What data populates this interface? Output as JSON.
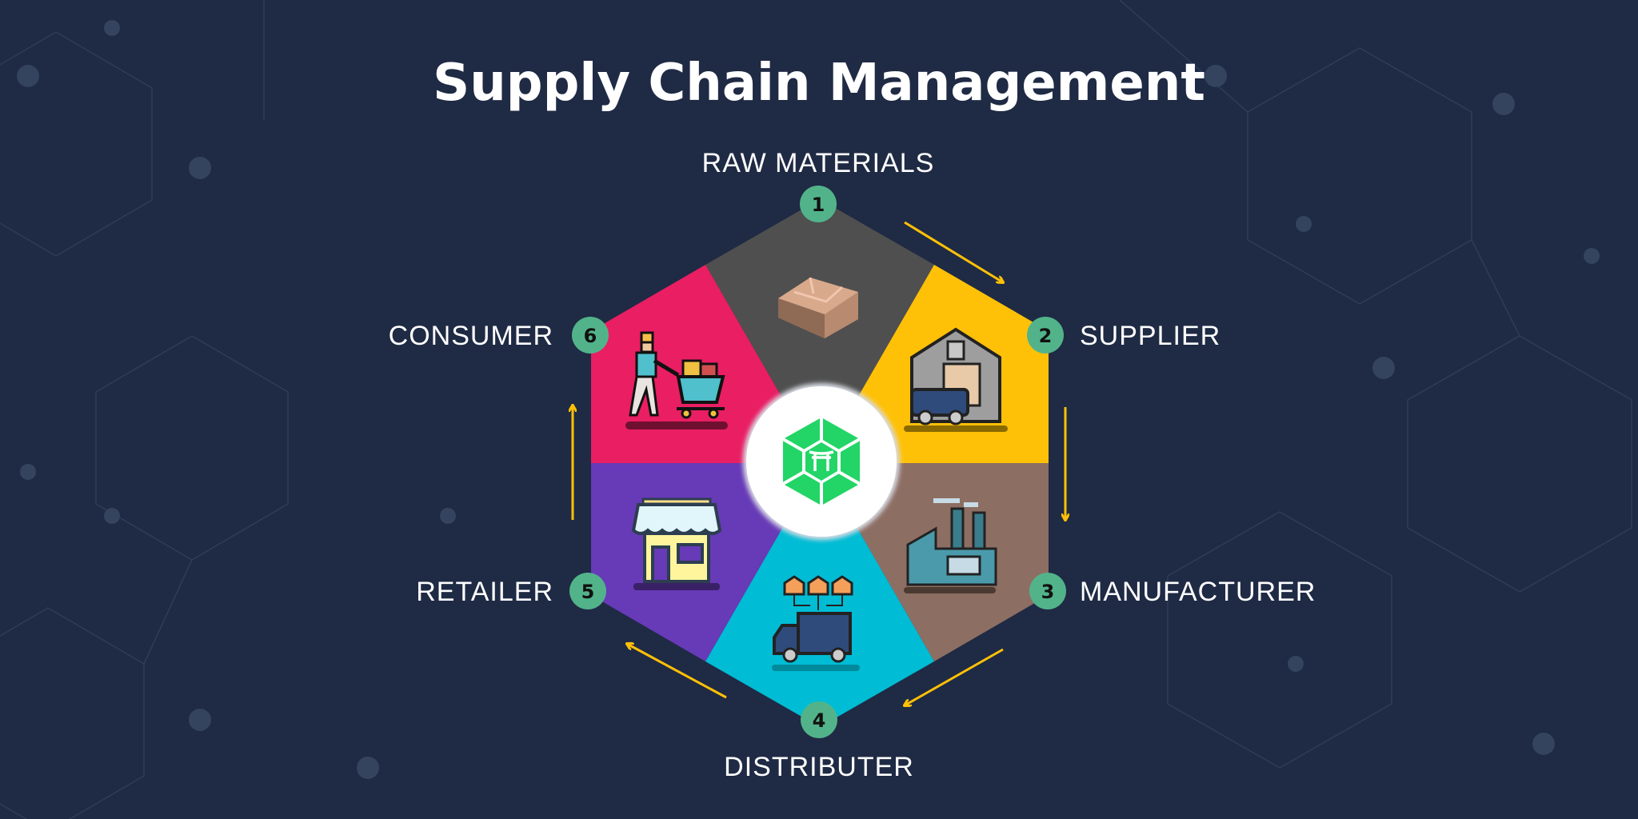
{
  "title": "Supply Chain Management",
  "colors": {
    "background": "#1f2a44",
    "badge": "#52b38a",
    "arrow": "#ffc107",
    "logo": "#22d566"
  },
  "stages": [
    {
      "number": "1",
      "label": "RAW MATERIALS",
      "color": "#4f4f4f",
      "icon": "raw-materials-icon"
    },
    {
      "number": "2",
      "label": "SUPPLIER",
      "color": "#ffc107",
      "icon": "warehouse-truck-icon"
    },
    {
      "number": "3",
      "label": "MANUFACTURER",
      "color": "#8d6e63",
      "icon": "factory-icon"
    },
    {
      "number": "4",
      "label": "DISTRIBUTER",
      "color": "#00bcd4",
      "icon": "delivery-truck-icon"
    },
    {
      "number": "5",
      "label": "RETAILER",
      "color": "#673ab7",
      "icon": "storefront-icon"
    },
    {
      "number": "6",
      "label": "CONSUMER",
      "color": "#e91e63",
      "icon": "shopper-cart-icon"
    }
  ]
}
